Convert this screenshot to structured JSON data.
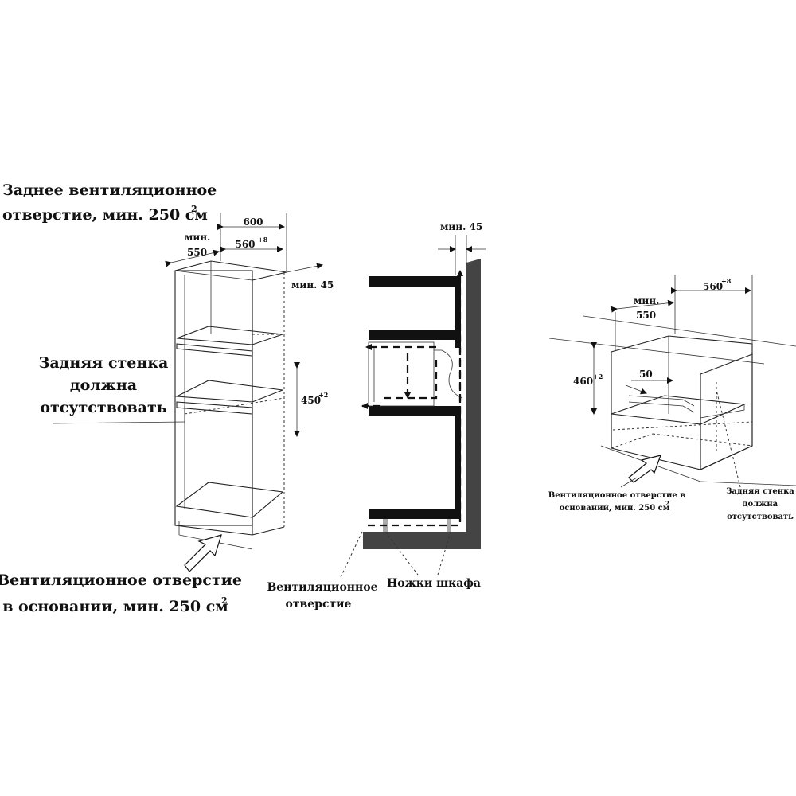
{
  "left": {
    "rear_vent_line1": "Заднее вентиляционное",
    "rear_vent_line2": "отверстие, мин. 250 см",
    "rear_vent_sup": "2",
    "back_wall_line1": "Задняя стенка",
    "back_wall_line2": "должна",
    "back_wall_line3": "отсутствовать",
    "dim_600": "600",
    "dim_min_label": "мин.",
    "dim_550": "550",
    "dim_560": "560",
    "dim_560_sup": "+8",
    "dim_min45": "мин. 45",
    "dim_450": "450",
    "dim_450_sup": "+2",
    "base_vent_line1": "Вентиляционное отверстие",
    "base_vent_line2": "в основании, мин. 250 см",
    "base_vent_sup": "2"
  },
  "middle": {
    "dim_min45": "мин. 45",
    "vent_line1": "Вентиляционное",
    "vent_line2": "отверстие",
    "legs": "Ножки шкафа"
  },
  "right": {
    "dim_min_label": "мин.",
    "dim_550": "550",
    "dim_560": "560",
    "dim_560_sup": "+8",
    "dim_460": "460",
    "dim_460_sup": "+2",
    "dim_50": "50",
    "base_vent_line1": "Вентиляционное отверстие в",
    "base_vent_line2": "основании, мин. 250 см",
    "base_vent_sup": "2",
    "back_wall_line1": "Задняя стенка",
    "back_wall_line2": "должна",
    "back_wall_line3": "отсутствовать"
  }
}
